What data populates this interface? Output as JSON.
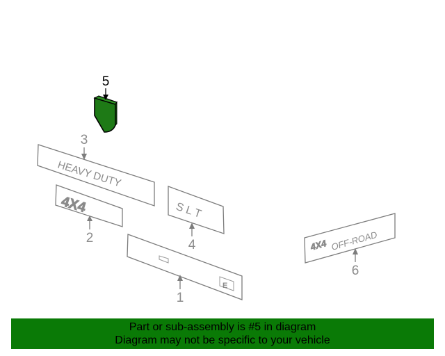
{
  "diagram": {
    "highlight_color": "#1e7a16",
    "callouts": [
      {
        "id": "5",
        "label": "5"
      },
      {
        "id": "3",
        "label": "3"
      },
      {
        "id": "2",
        "label": "2"
      },
      {
        "id": "4",
        "label": "4"
      },
      {
        "id": "1",
        "label": "1"
      },
      {
        "id": "6",
        "label": "6"
      }
    ],
    "emblems": {
      "heavy_duty": "HEAVY DUTY",
      "four_x_four": "4X4",
      "slt": "S L T",
      "offroad_small": "4X4",
      "offroad_main": "OFF-ROAD",
      "badge_letter": "E"
    }
  },
  "footer": {
    "line1": "Part or sub-assembly is #5 in diagram",
    "line2": "Diagram may not be specific to your vehicle",
    "background": "#0a7a06"
  }
}
